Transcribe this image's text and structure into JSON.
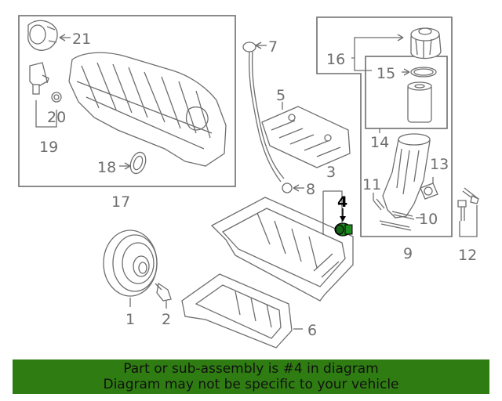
{
  "diagram": {
    "labels": {
      "p1": "1",
      "p2": "2",
      "p3": "3",
      "p4": "4",
      "p5": "5",
      "p6": "6",
      "p7": "7",
      "p8": "8",
      "p9": "9",
      "p10": "10",
      "p11": "11",
      "p12": "12",
      "p13": "13",
      "p14": "14",
      "p15": "15",
      "p16": "16",
      "p17": "17",
      "p18": "18",
      "p19": "19",
      "p20": "20",
      "p21": "21"
    },
    "highlighted_part": "4",
    "colors": {
      "line": "#6e6e6e",
      "highlight_part": "#1f8a1f",
      "banner_bg": "#2f7d12"
    }
  },
  "banner": {
    "line1": "Part or sub-assembly is #4 in diagram",
    "line2": "Diagram may not be specific to your vehicle"
  }
}
